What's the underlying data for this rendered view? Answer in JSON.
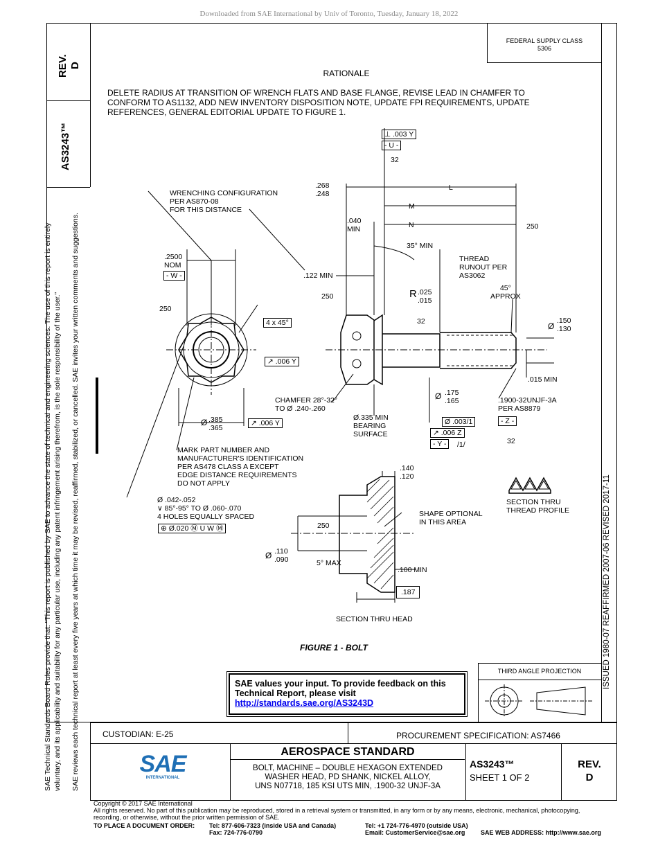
{
  "download_note": "Downloaded from SAE International by Univ of Toronto, Tuesday, January 18, 2022",
  "left_column": {
    "rev_label": "REV.",
    "rev_value": "D",
    "doc_number": "AS3243™",
    "rules_line1": "SAE Technical Standards Board Rules provide that: \"This report is published by SAE to advance the state of technical and engineering sciences. The use of this report is entirely",
    "rules_line2": "voluntary, and its applicability and suitability for any particular use, including any patent infringement arising therefrom, is the sole responsibility of the user.\"",
    "rules_line3": "SAE reviews each technical report at least every five years at which time it may be revised, reaffirmed, stabilized, or cancelled. SAE invites your written comments and suggestions."
  },
  "right_column": {
    "history": "ISSUED 1980-07     REAFFIRMED 2007-06     REVISED 2017-11"
  },
  "federal_supply": {
    "label": "FEDERAL SUPPLY CLASS",
    "value": "5306"
  },
  "rationale": {
    "heading": "RATIONALE",
    "body": "DELETE RADIUS AT TRANSITION OF WRENCH FLATS AND BASE FLANGE, REVISE LEAD IN CHAMFER TO CONFORM TO AS1132, ADD NEW INVENTORY DISPOSITION NOTE, UPDATE FPI REQUIREMENTS, UPDATE REFERENCES, GENERAL EDITORIAL UPDATE TO FIGURE 1."
  },
  "drawing": {
    "perp_tol": "⊥ .003 Y",
    "datum_u": "- U -",
    "finish_32": "32",
    "finish_250": "250",
    "wrench_config": "WRENCHING CONFIGURATION\nPER AS870-08\nFOR THIS DISTANCE",
    "dim_268": ".268\n.248",
    "dim_L": "L",
    "dim_M": "M",
    "dim_N": "N",
    "dim_040": ".040\nMIN",
    "dim_35": "35° MIN",
    "dim_2500": ".2500\nNOM",
    "datum_w": "- W -",
    "dim_122": ".122 MIN",
    "thread_runout": "THREAD\nRUNOUT PER\nAS3062",
    "dim_45": "45°\nAPPROX",
    "dim_r": "R",
    "dim_025": ".025\n.015",
    "dim_4x45": "4 x 45°",
    "dim_150_sym": "Ø",
    "dim_150": ".150\n.130",
    "runout_006": ".006 Y",
    "dim_015": ".015 MIN",
    "chamfer": "CHAMFER 28°-32°\nTO Ø .240-.260",
    "dia_sym": "Ø",
    "dim_175": ".175\n.165",
    "thread_spec": ".1900-32UNJF-3A\nPER AS8879",
    "datum_z": "- Z -",
    "dim_385": ".385\n.365",
    "dim_335": "Ø.335 MIN\nBEARING\nSURFACE",
    "fcf_003": "Ø .003/1",
    "fcf_006z": ".006 Z",
    "datum_y": "- Y -",
    "datum_y_note": "/1/",
    "mark_note": "MARK PART NUMBER AND\nMANUFACTURER'S IDENTIFICATION\nPER AS478 CLASS A EXCEPT\nEDGE DISTANCE REQUIREMENTS\nDO NOT APPLY",
    "dim_140": ".140\n.120",
    "section_thru_thread": "SECTION THRU\nTHREAD PROFILE",
    "holes_note": "Ø .042-.052\n∨ 85°-95° TO Ø .060-.070\n4 HOLES EQUALLY SPACED",
    "hole_fcf": "⊕ Ø.020 Ⓜ U W Ⓜ",
    "shape_optional": "SHAPE OPTIONAL\nIN THIS AREA",
    "dim_110_sym": "Ø",
    "dim_110": ".110\n.090",
    "dim_5max": "5° MAX",
    "dim_100": ".100 MIN",
    "dim_187": ".187",
    "section_thru_head": "SECTION THRU HEAD",
    "figure_caption": "FIGURE 1 - BOLT"
  },
  "third_angle": {
    "label": "THIRD ANGLE PROJECTION"
  },
  "feedback": {
    "line1": "SAE values your input. To provide feedback on this",
    "line2": "Technical Report, please visit",
    "link": "http://standards.sae.org/AS3243D"
  },
  "title_block": {
    "custodian": "CUSTODIAN: E-25",
    "procurement": "PROCUREMENT SPECIFICATION: AS7466",
    "logo_text": "SAE",
    "logo_sub": "INTERNATIONAL",
    "heading": "AEROSPACE STANDARD",
    "title_line1": "BOLT, MACHINE – DOUBLE HEXAGON EXTENDED",
    "title_line2": "WASHER HEAD, PD SHANK,  NICKEL ALLOY,",
    "title_line3": "UNS N07718, 185 KSI UTS MIN, .1900-32 UNJF-3A",
    "doc_number": "AS3243™",
    "sheet": "SHEET 1 OF 2",
    "rev_label": "REV.",
    "rev_value": "D"
  },
  "footer": {
    "copyright": "Copyright © 2017 SAE International",
    "rights": "All rights reserved. No part of this publication may be reproduced, stored in a retrieval system or transmitted, in any form or by any means, electronic, mechanical, photocopying,",
    "rights2": "recording, or otherwise, without the prior written permission of SAE.",
    "order_label": "TO PLACE A DOCUMENT ORDER:",
    "tel_usa": "Tel: 877-606-7323 (inside USA and Canada)",
    "tel_outside": "Tel: +1 724-776-4970 (outside USA)",
    "fax": "Fax: 724-776-0790",
    "email": "Email: CustomerService@sae.org",
    "web": "SAE WEB ADDRESS: http://www.sae.org"
  }
}
